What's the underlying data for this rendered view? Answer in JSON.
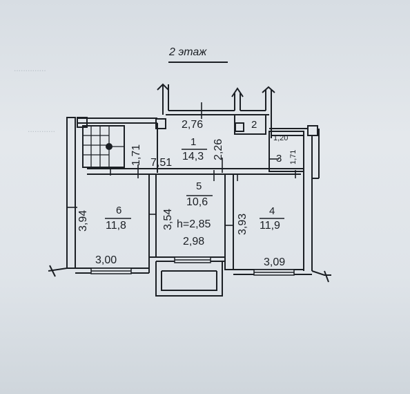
{
  "floor_title": "2 этаж",
  "rooms": [
    {
      "num": "1",
      "area": "14,3"
    },
    {
      "num": "2"
    },
    {
      "num": "3"
    },
    {
      "num": "4",
      "area": "11,9"
    },
    {
      "num": "5",
      "area": "10,6"
    },
    {
      "num": "6",
      "area": "11,8"
    }
  ],
  "dimensions": {
    "corridor_top_width": "2,76",
    "corridor_height": "2,26",
    "corridor_length": "7,51",
    "stair_height": "1,71",
    "room3_width": "1,20",
    "room3_height": "1,71",
    "room6_height": "3,94",
    "room6_width": "3,00",
    "room5_height": "3,54",
    "room5_width": "2,98",
    "ceiling_height": "h=2,85",
    "room4_height": "3,93",
    "room4_width": "3,09"
  },
  "colors": {
    "ink": "#1b1f24",
    "paper": "#e4e8ec"
  }
}
